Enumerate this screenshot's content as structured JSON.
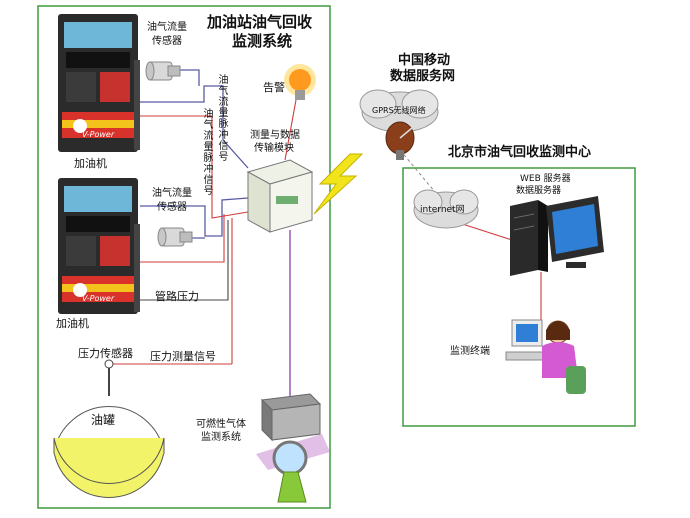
{
  "station_system": {
    "title_line1": "加油站油气回收",
    "title_line2": "监测系统"
  },
  "dispensers": [
    {
      "label": "加油机",
      "brand": "V-Power"
    },
    {
      "label": "加油机",
      "brand": "V-Power"
    }
  ],
  "sensors": {
    "flow_sensor_top": {
      "line1": "油气流量",
      "line2": "传感器"
    },
    "flow_sensor_bottom": {
      "line1": "油气流量",
      "line2": "传感器"
    },
    "pressure_sensor": "压力传感器"
  },
  "signals": {
    "flow_pulse_a": "油气流量脉冲信号",
    "flow_pulse_b": "油气流量脉冲信号",
    "pipe_pressure": "管路压力",
    "pressure_measure": "压力测量信号"
  },
  "alarm": {
    "label": "告警"
  },
  "module": {
    "line1": "测量与数据",
    "line2": "传输模块"
  },
  "tank": {
    "label": "油罐"
  },
  "gas_monitor": {
    "line1": "可燃性气体",
    "line2": "监测系统"
  },
  "china_mobile": {
    "line1": "中国移动",
    "line2": "数据服务网"
  },
  "gprs_cloud": "GPRS无线网络",
  "center": {
    "title": "北京市油气回收监测中心",
    "internet_cloud": "internet网",
    "web_server": "WEB 服务器",
    "data_server": "数据服务器",
    "terminal": "监测终端"
  },
  "colors": {
    "frame_green": "#3f9a3f",
    "flow_line": "#5a5aa6",
    "alarm_line": "#d23b3b",
    "gas_line": "#9b59b6",
    "tank_oil": "#f3f36a",
    "lightning": "#f2e41a"
  }
}
